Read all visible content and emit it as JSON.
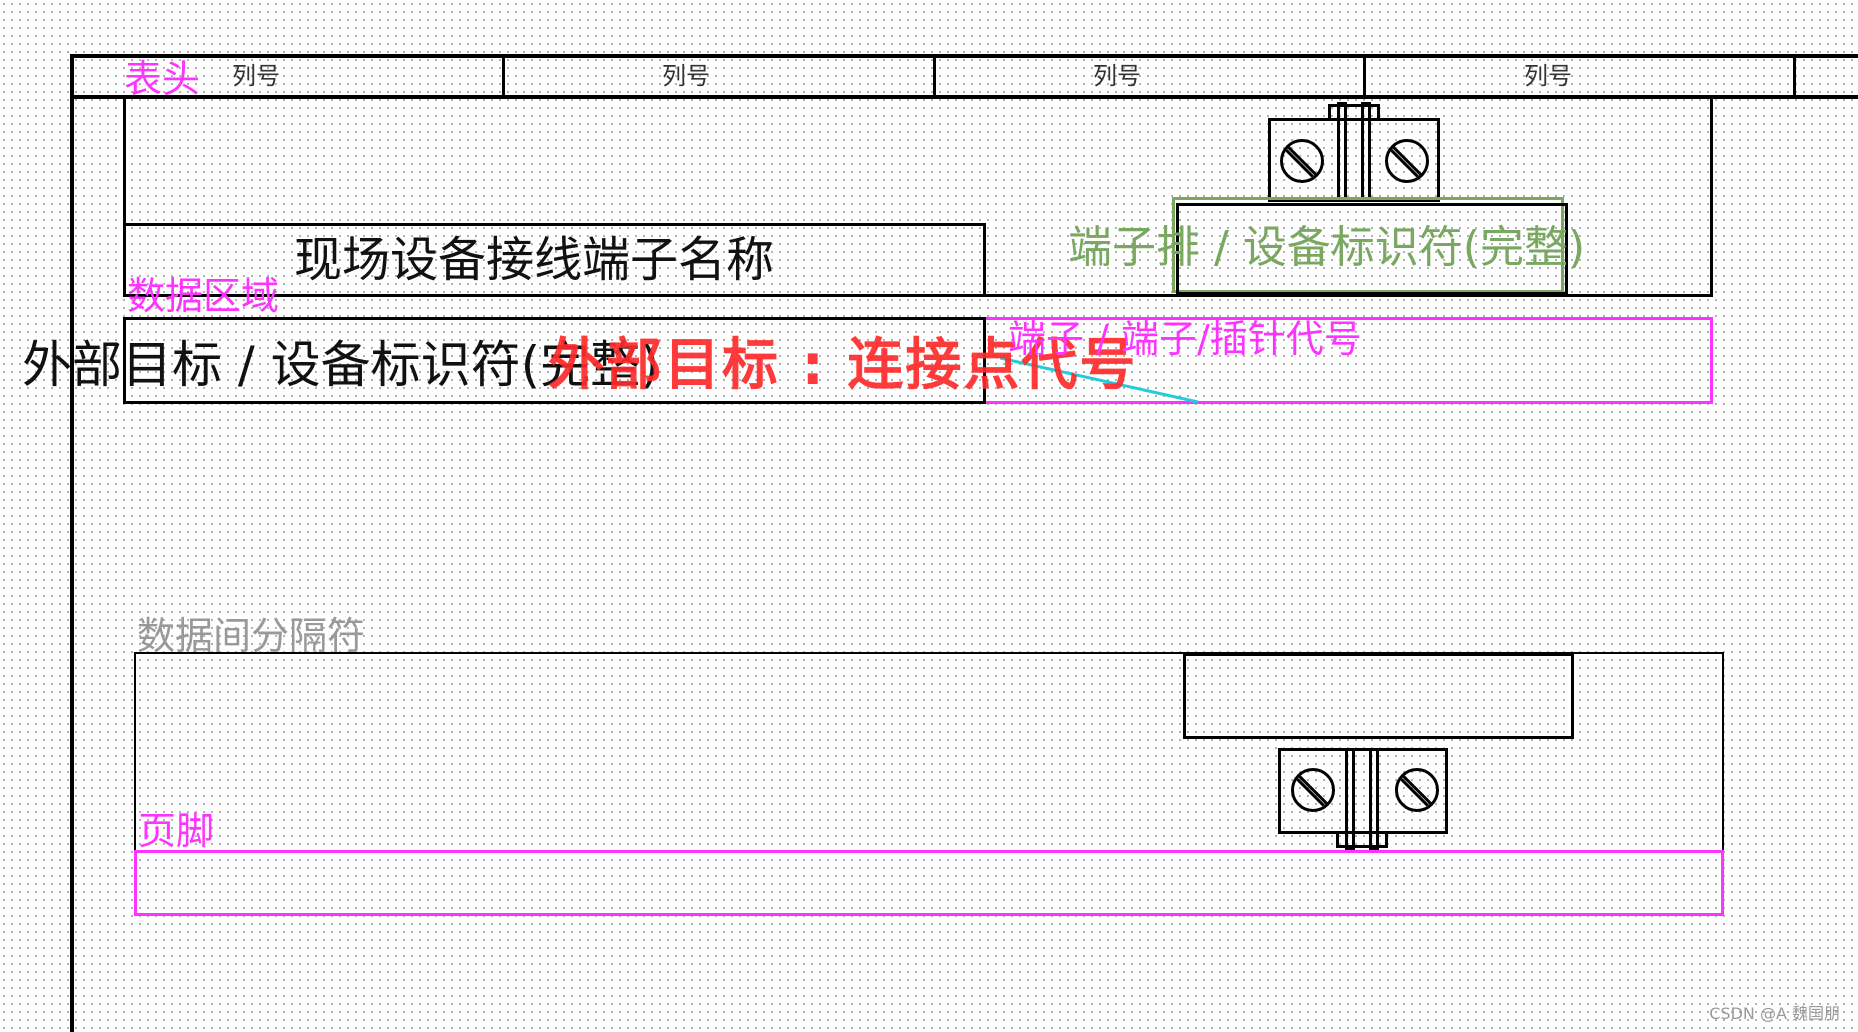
{
  "header": {
    "label": "表头",
    "columns": [
      {
        "label": "列号"
      },
      {
        "label": "列号"
      },
      {
        "label": "列号"
      },
      {
        "label": "列号"
      }
    ]
  },
  "device": {
    "terminal_name": "现场设备接线端子名称",
    "strip_label": "端子排 / 设备标识符(完整)"
  },
  "data_area": {
    "label": "数据区域",
    "target_label": "外部目标 / 设备标识符(完整)",
    "overlay_label": "外部目标 : 连接点代号",
    "pin_label": "端子 / 端子/插针代号"
  },
  "separator": {
    "label": "数据间分隔符"
  },
  "footer": {
    "label": "页脚"
  },
  "watermark": {
    "text": "CSDN @A 魏国朋"
  },
  "colors": {
    "magenta": "#ff33ff",
    "green_label": "#7aa860",
    "red_overlay": "#ff2a2a",
    "cyan_line": "#22ccdd"
  }
}
